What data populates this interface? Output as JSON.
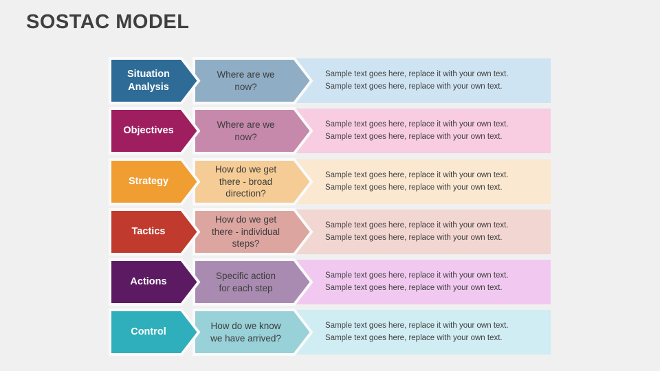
{
  "slide": {
    "title": "SOSTAC MODEL",
    "title_color": "#3F3F3F",
    "background": "#F0F0F0",
    "shape_outline": "#FAFAFA"
  },
  "rows": [
    {
      "label": "Situation Analysis",
      "question_lines": [
        "Where are we",
        "now?"
      ],
      "desc_lines": [
        "Sample text goes here, replace it with your own text.",
        "Sample text goes here, replace with your own text."
      ],
      "colors": {
        "label": "#2E6B96",
        "question": "#8FAEC6",
        "desc": "#CFE4F2"
      }
    },
    {
      "label": "Objectives",
      "question_lines": [
        "Where are we",
        "now?"
      ],
      "desc_lines": [
        "Sample text goes here, replace it with your own text.",
        "Sample text goes here, replace with your own text."
      ],
      "colors": {
        "label": "#9E1E5F",
        "question": "#C688AB",
        "desc": "#F8CCE1"
      }
    },
    {
      "label": "Strategy",
      "question_lines": [
        "How do we get",
        "there - broad",
        "direction?"
      ],
      "desc_lines": [
        "Sample text goes here, replace it with your own text.",
        "Sample text goes here, replace with your own text."
      ],
      "colors": {
        "label": "#F09E32",
        "question": "#F5CC95",
        "desc": "#FAE8D1"
      }
    },
    {
      "label": "Tactics",
      "question_lines": [
        "How do we get",
        "there - individual",
        "steps?"
      ],
      "desc_lines": [
        "Sample text goes here, replace it with your own text.",
        "Sample text goes here, replace with your own text."
      ],
      "colors": {
        "label": "#C03A2E",
        "question": "#DCA5A0",
        "desc": "#F2D6D1"
      }
    },
    {
      "label": "Actions",
      "question_lines": [
        "Specific action",
        "for each step"
      ],
      "desc_lines": [
        "Sample text goes here, replace it with your own text.",
        "Sample text goes here, replace with your own text."
      ],
      "colors": {
        "label": "#5B1A62",
        "question": "#A98BB1",
        "desc": "#F1C9F0"
      }
    },
    {
      "label": "Control",
      "question_lines": [
        "How do we know",
        "we have arrived?"
      ],
      "desc_lines": [
        "Sample text goes here, replace it with your own text.",
        "Sample text goes here, replace with your own text."
      ],
      "colors": {
        "label": "#2FAFBB",
        "question": "#99D1D8",
        "desc": "#CFEDF3"
      }
    }
  ]
}
